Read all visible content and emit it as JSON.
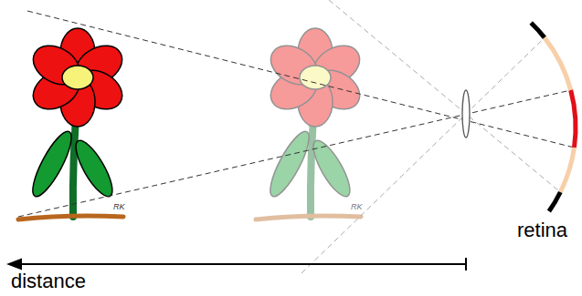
{
  "diagram": {
    "labels": [
      "retina",
      "distance",
      "RK",
      "RK"
    ]
  }
}
